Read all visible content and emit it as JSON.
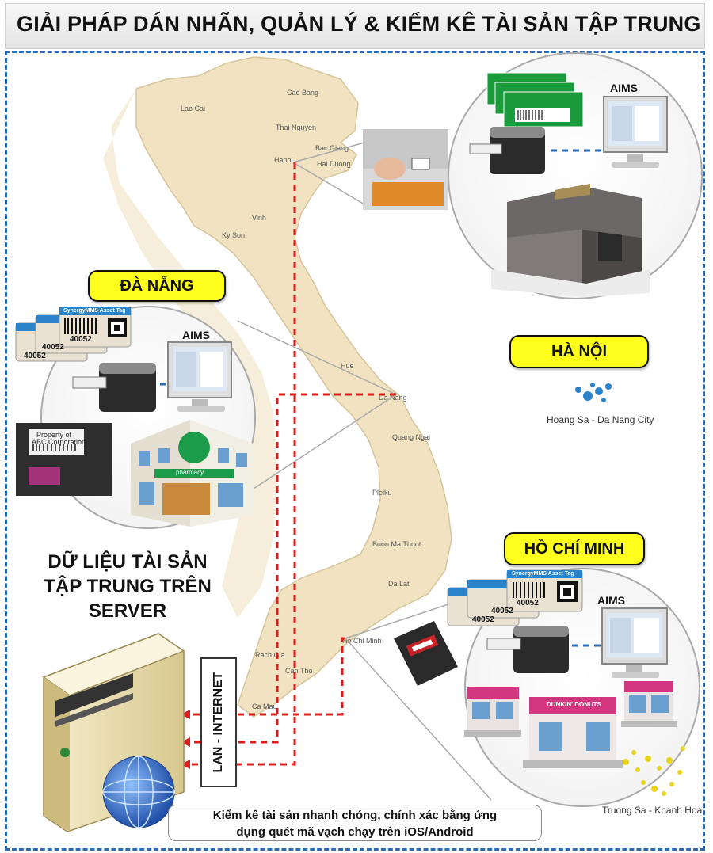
{
  "title": "GIẢI PHÁP DÁN NHÃN, QUẢN LÝ & KIỂM KÊ TÀI SẢN TẬP TRUNG",
  "regions": {
    "da_nang": "ĐÀ NẴNG",
    "ha_noi": "HÀ NỘI",
    "ho_chi_minh": "HỒ CHÍ MINH"
  },
  "software_label": "AIMS",
  "asset_tag": {
    "header": "SynergyMMS Asset Tag",
    "number": "40052"
  },
  "property_label": {
    "line1": "Property of",
    "line2": "ABC Corporation"
  },
  "server_title": {
    "line1": "DỮ LIỆU TÀI SẢN",
    "line2": "TẬP TRUNG TRÊN",
    "line3": "SERVER"
  },
  "network_label": "LAN - INTERNET",
  "bottom_note": {
    "line1": "Kiểm kê tài sản nhanh chóng, chính xác bằng ứng",
    "line2": "dụng quét mã vạch chạy trên iOS/Android"
  },
  "islands": {
    "hoang_sa": "Hoang Sa - Da Nang City",
    "truong_sa": "Truong Sa - Khanh Hoa"
  },
  "store_signs": {
    "pharmacy": "pharmacy",
    "donuts": "DUNKIN' DONUTS"
  },
  "map_cities": [
    "Hanoi",
    "Lao Cai",
    "Cao Bang",
    "Thai Nguyen",
    "Bac Giang",
    "Hai Duong",
    "Vinh",
    "Ky Son",
    "Hue",
    "Da Nang",
    "Quang Ngai",
    "Pleiku",
    "Buon Ma Thuot",
    "Da Lat",
    "Ho Chi Minh",
    "Can Tho",
    "Rach Gia",
    "Ca Mau"
  ],
  "colors": {
    "pill_fill": "#ffff1e",
    "frame_dash": "#2a6bb5",
    "network_line": "#e01b1b",
    "map_land": "#f1e3c2"
  }
}
